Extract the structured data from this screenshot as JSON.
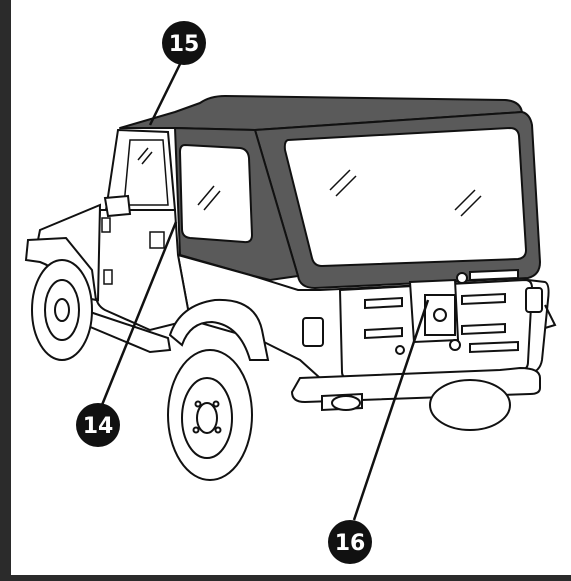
{
  "diagram": {
    "callouts": [
      {
        "id": "c15",
        "label": "15"
      },
      {
        "id": "c14",
        "label": "14"
      },
      {
        "id": "c16",
        "label": "16"
      }
    ],
    "colors": {
      "ink": "#111111",
      "top_fill": "#5a5a5a",
      "glass": "#ffffff",
      "body": "#ffffff",
      "frame_bar": "#2b2b2b",
      "callout_fill": "#111111"
    }
  }
}
